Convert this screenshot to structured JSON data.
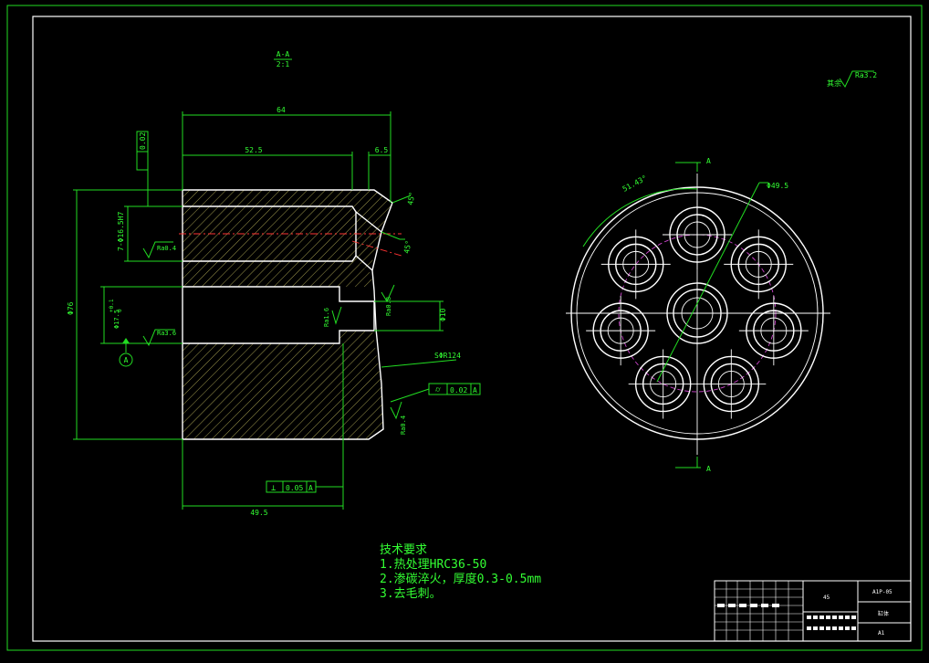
{
  "section": {
    "label": "A-A",
    "scale": "2:1"
  },
  "roughness_general": {
    "prefix": "其余",
    "value": "Ra3.2"
  },
  "dimensions": {
    "total_length": "64",
    "bore_depth": "52.5",
    "step": "6.5",
    "chamfer": "45°",
    "chamfer_angle": "45°",
    "bore_dia": "7-Φ16.5H7",
    "bore_tol": "0.02",
    "ra_bore": "Ra0.4",
    "outer_dia": "Φ76",
    "center_dia": "Φ17.5",
    "center_tol_up": "+0.1",
    "center_tol_dn": "0",
    "ra_center": "Ra3.6",
    "ra_step": "Ra1.6",
    "ra_pin": "Ra0.8",
    "pin_dia": "Φ10",
    "sphere": "SΦR124",
    "ra_face": "Ra0.4",
    "face_tol": "0.02",
    "face_ref": "A",
    "perp_tol": "0.05",
    "perp_ref": "A",
    "inner_length": "49.5",
    "datum": "A",
    "angle": "51.43°",
    "pcd": "Φ49.5",
    "cut_top": "A",
    "cut_bottom": "A"
  },
  "notes": {
    "title": "技术要求",
    "lines": [
      "1.热处理HRC36-50",
      "2.渗碳淬火，厚度0.3-0.5mm",
      "3.去毛刺。"
    ]
  },
  "title_block": {
    "material": "45",
    "name": "缸体",
    "code": "A1P-05",
    "sheet": "A1"
  }
}
